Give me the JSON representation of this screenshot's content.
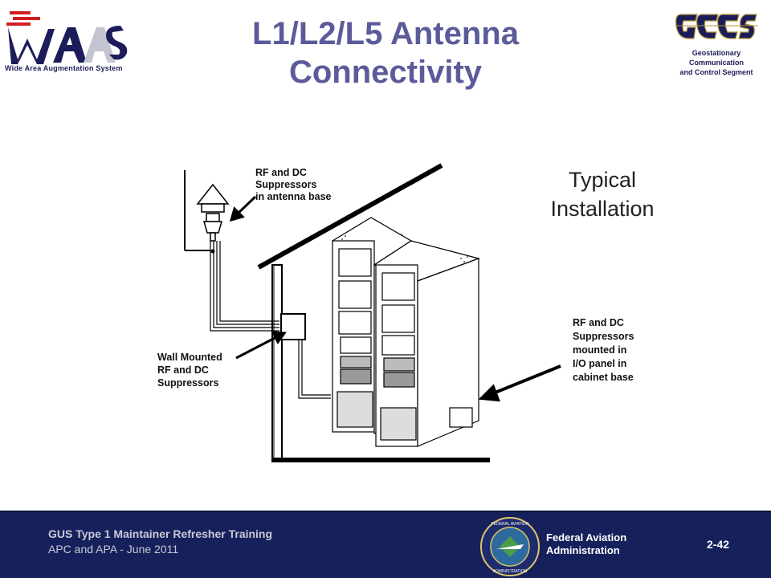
{
  "header": {
    "title": "L1/L2/L5 Antenna Connectivity",
    "waas_caption": "Wide Area Augmentation System",
    "gccs_caption": "Geostationary\nCommunication\nand Control Segment"
  },
  "main": {
    "typical_installation": "Typical\nInstallation",
    "labels": {
      "antenna_base": "RF and DC\nSuppressors\nin antenna base",
      "wall_mounted": "Wall Mounted\nRF and DC\nSuppressors",
      "cabinet_base": "RF and DC\nSuppressors\nmounted in\nI/O panel in\ncabinet base"
    }
  },
  "footer": {
    "course": "GUS Type 1 Maintainer Refresher Training",
    "dates": "APC and APA - June 2011",
    "faa_name": "Federal Aviation\nAdministration",
    "page_number": "2-42"
  },
  "logo_text": {
    "waas": "WAAS",
    "gccs": "GCCS",
    "faa_seal_top": "FEDERAL AVIATION",
    "faa_seal_bottom": "ADMINISTRATION"
  },
  "colors": {
    "title": "#5b5b9b",
    "footer_bg": "#16215c",
    "logo_red": "#d21e1e",
    "logo_navy": "#1c1c5a",
    "gccs_gold": "#b49a3a"
  }
}
